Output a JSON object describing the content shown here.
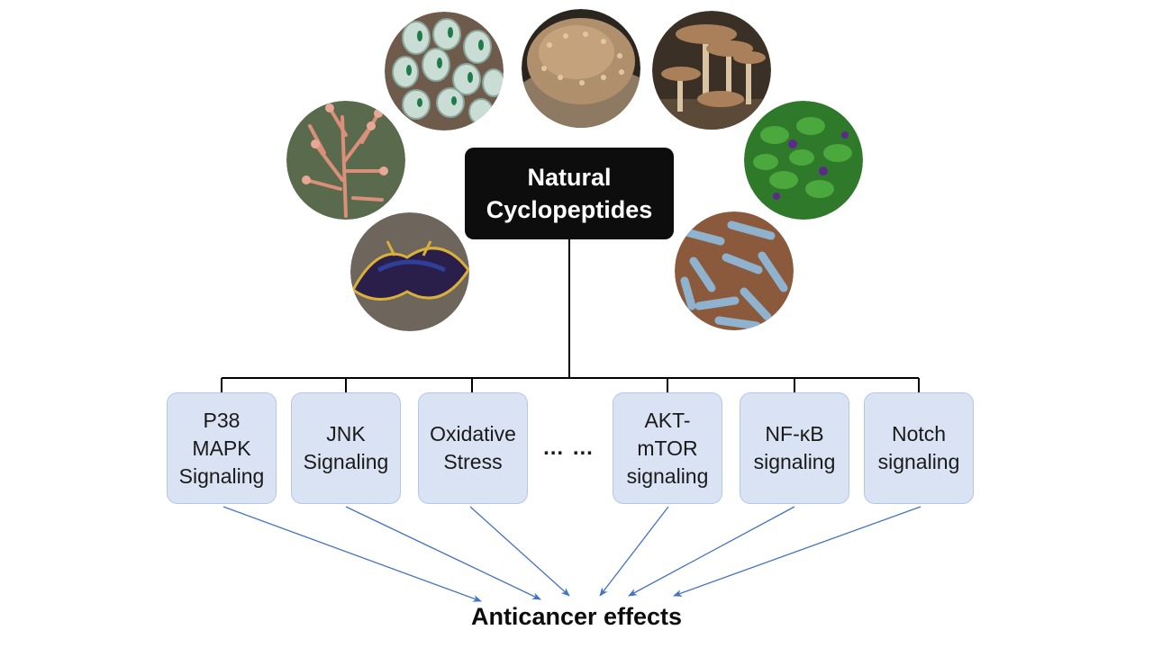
{
  "center": {
    "line1": "Natural",
    "line2": "Cyclopeptides"
  },
  "sources": [
    {
      "id": "tunicate",
      "icon": "tunicate-photo-icon"
    },
    {
      "id": "sea-cucumber",
      "icon": "sea-cucumber-photo-icon"
    },
    {
      "id": "mushroom",
      "icon": "mushroom-photo-icon"
    },
    {
      "id": "red-alga",
      "icon": "red-alga-photo-icon"
    },
    {
      "id": "plant",
      "icon": "flowering-plant-photo-icon"
    },
    {
      "id": "flatworm",
      "icon": "flatworm-photo-icon"
    },
    {
      "id": "bacteria",
      "icon": "bacteria-photo-icon"
    }
  ],
  "pathways": [
    {
      "lines": [
        "P38",
        "MAPK",
        "Signaling"
      ]
    },
    {
      "lines": [
        "JNK",
        "Signaling"
      ]
    },
    {
      "lines": [
        "Oxidative",
        "Stress"
      ]
    },
    {
      "lines": [
        "AKT-",
        "mTOR",
        "signaling"
      ]
    },
    {
      "lines": [
        "NF-κB",
        "signaling"
      ]
    },
    {
      "lines": [
        "Notch",
        "signaling"
      ]
    }
  ],
  "ellipsis": "… …",
  "outcome": "Anticancer effects",
  "colors": {
    "center_box": "#0d0d0d",
    "pathway_fill": "#dae3f3",
    "pathway_border": "#b4c7e7",
    "arrow": "#4472c4",
    "tree_line": "#000000"
  }
}
